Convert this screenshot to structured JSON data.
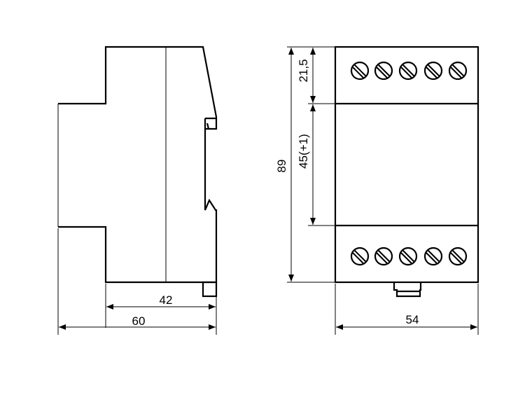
{
  "diagram": {
    "side_view": {
      "dimensions": {
        "depth_body": "42",
        "depth_total": "60"
      }
    },
    "front_view": {
      "terminal_rows": [
        {
          "position": "top",
          "screw_count": 5
        },
        {
          "position": "bottom",
          "screw_count": 5
        }
      ],
      "dimensions": {
        "height_total": "89",
        "terminal_height": "21,5",
        "front_height": "45(+1)",
        "width": "54"
      }
    },
    "colors": {
      "line": "#000000",
      "background": "#ffffff"
    }
  }
}
